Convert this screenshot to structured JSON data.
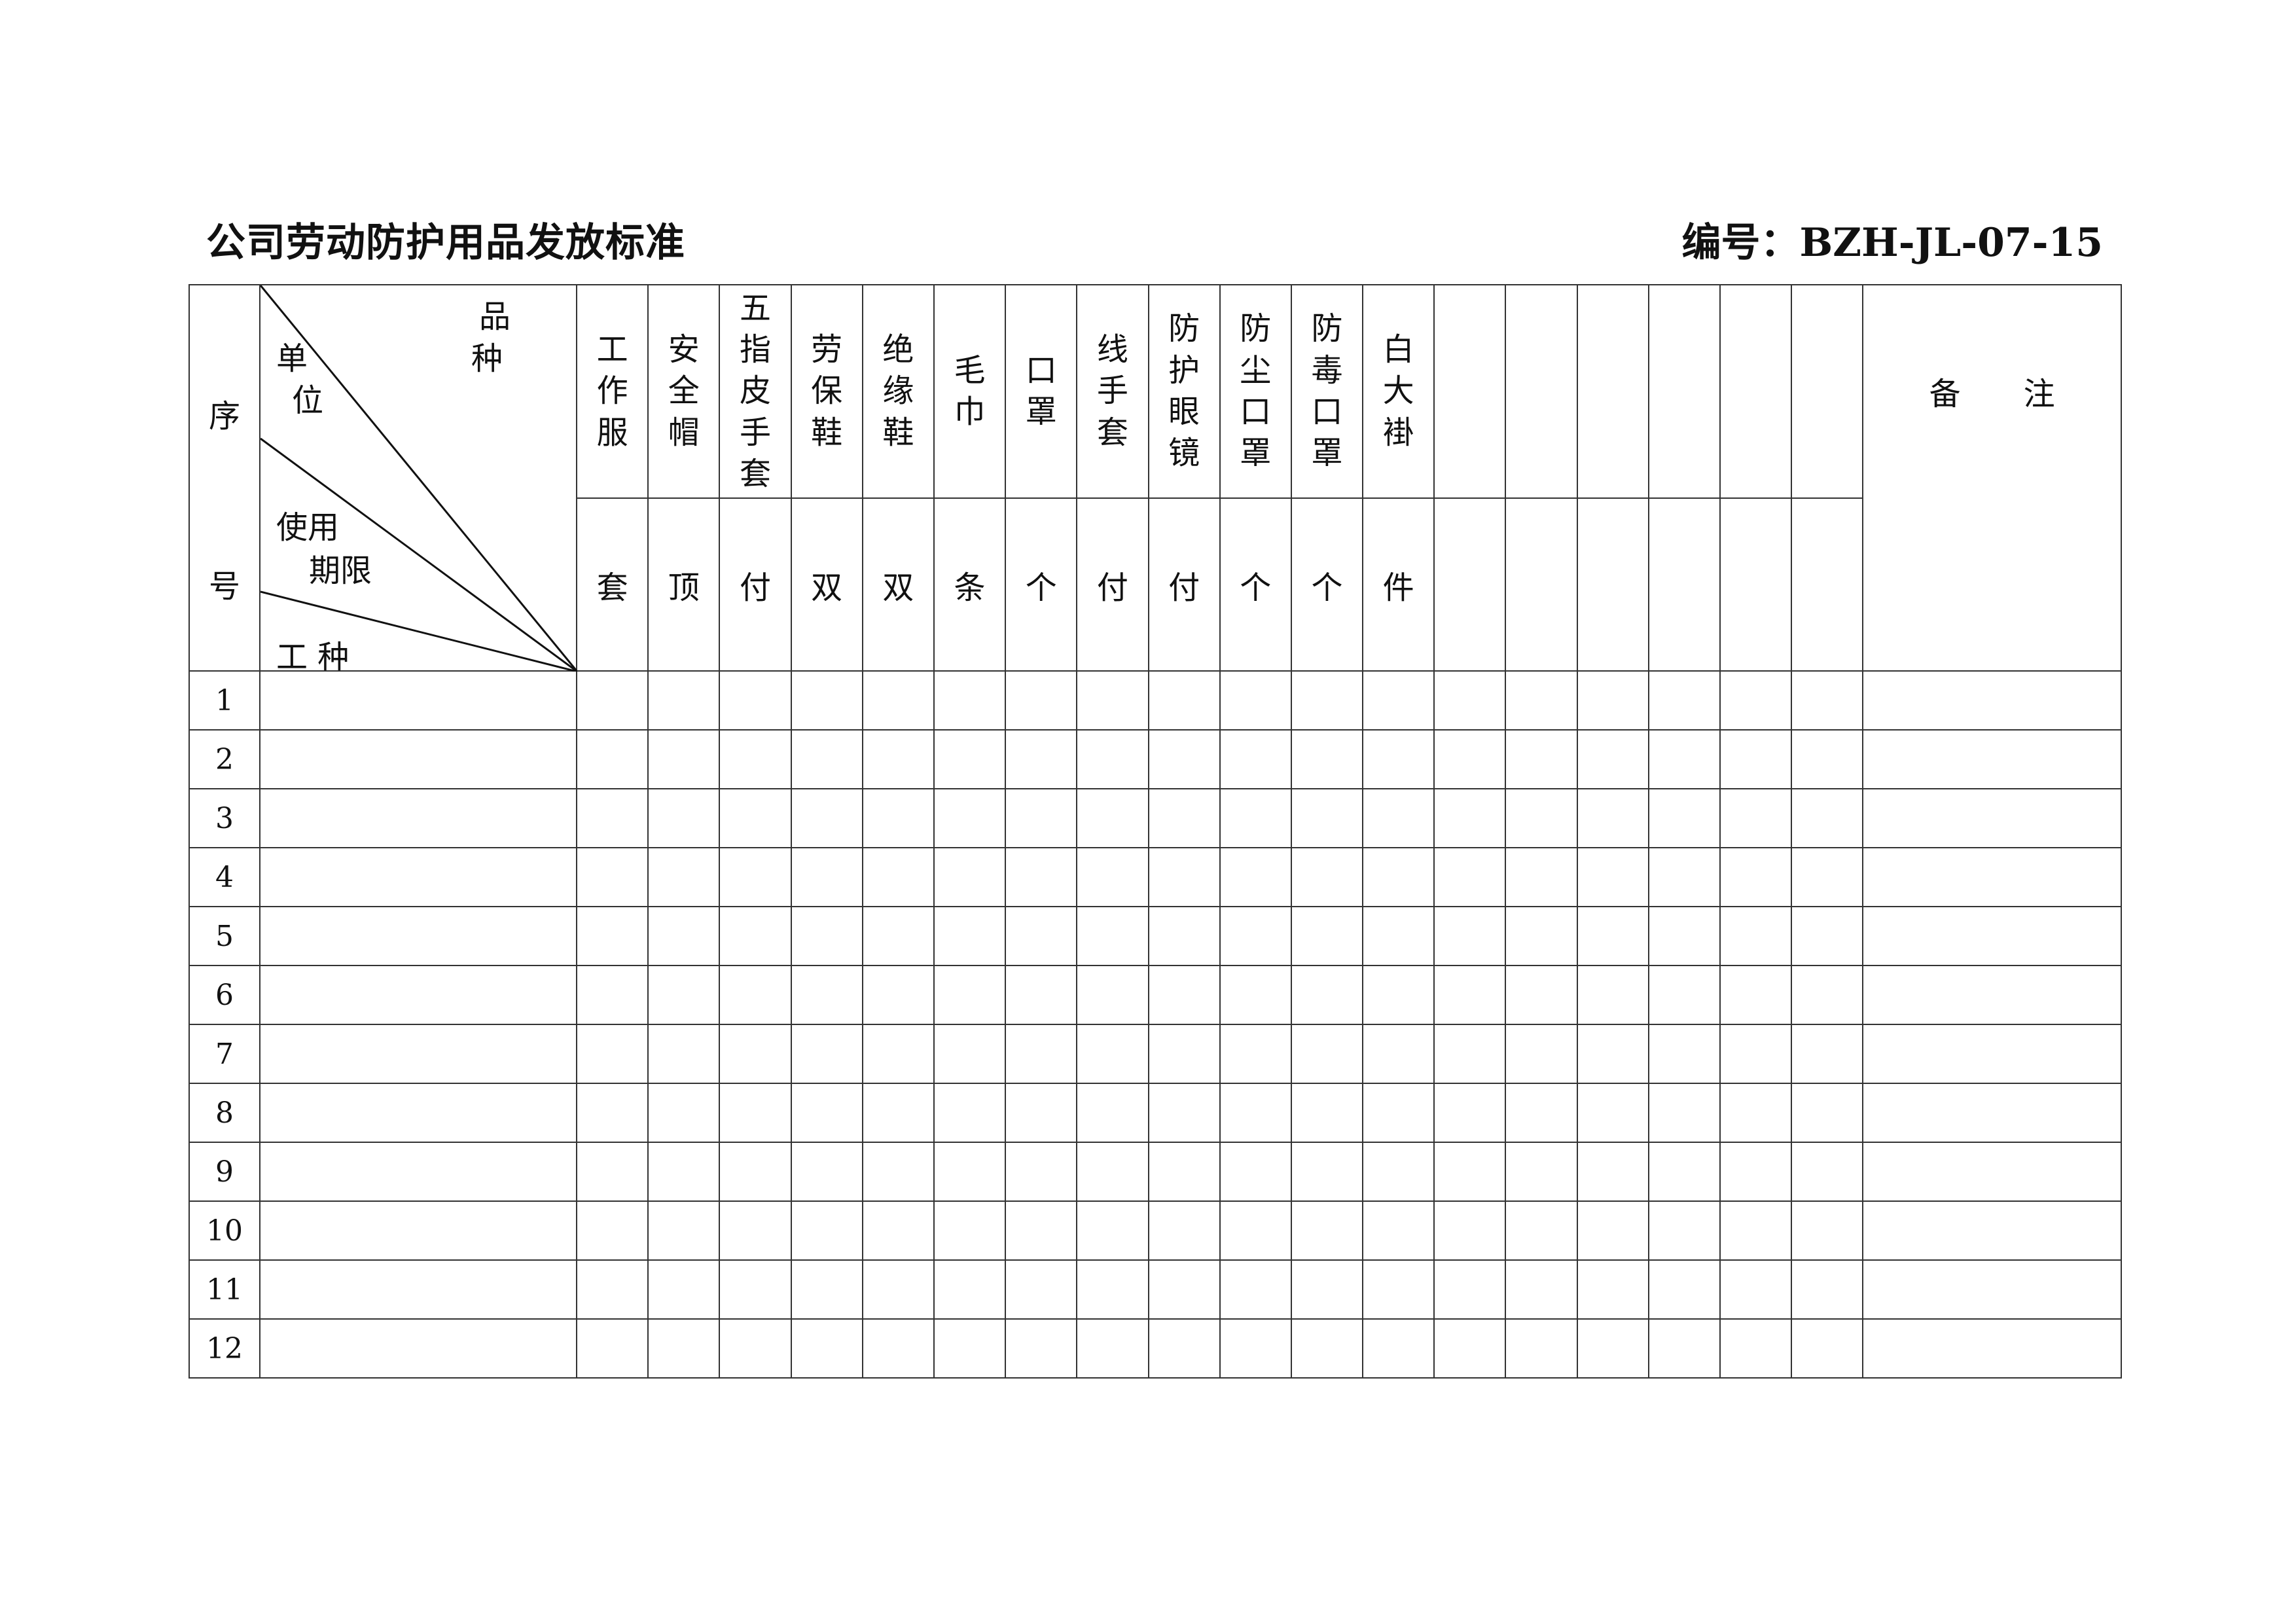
{
  "title": "公司劳动防护用品发放标准",
  "code": "编号：BZH-JL-07-15",
  "header": {
    "serial_top": "序",
    "serial_bottom": "号",
    "diag": {
      "pin": "品",
      "zhong": "种",
      "dan": "单",
      "wei": "位",
      "shiyong": "使用",
      "qixian": "期限",
      "gongzhong": "工 种"
    },
    "items": [
      {
        "name": "工作服",
        "unit": "套"
      },
      {
        "name": "安全帽",
        "unit": "顶"
      },
      {
        "name": "五指皮手套",
        "unit": "付"
      },
      {
        "name": "劳保鞋",
        "unit": "双"
      },
      {
        "name": "绝缘鞋",
        "unit": "双"
      },
      {
        "name": "毛巾",
        "unit": "条"
      },
      {
        "name": "口罩",
        "unit": "个"
      },
      {
        "name": "线手套",
        "unit": "付"
      },
      {
        "name": "防护眼镜",
        "unit": "付"
      },
      {
        "name": "防尘口罩",
        "unit": "个"
      },
      {
        "name": "防毒口罩",
        "unit": "个"
      },
      {
        "name": "白大褂",
        "unit": "件"
      }
    ],
    "empty_columns": 6,
    "remark": "备　　注"
  },
  "rows": [
    "1",
    "2",
    "3",
    "4",
    "5",
    "6",
    "7",
    "8",
    "9",
    "10",
    "11",
    "12"
  ]
}
